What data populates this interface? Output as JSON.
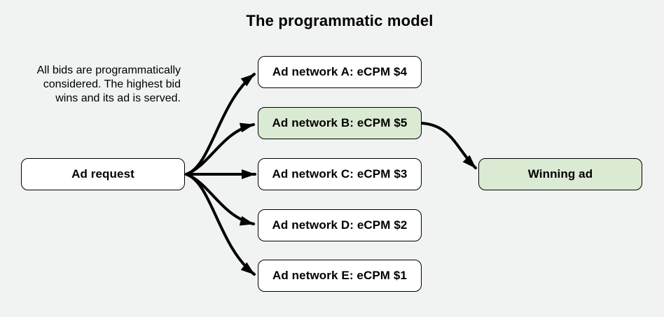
{
  "title": "The programmatic model",
  "description": {
    "lines": [
      "All bids are programmatically",
      "considered. The highest bid",
      "wins and its ad is served."
    ]
  },
  "nodes": {
    "ad_request": {
      "label": "Ad request"
    },
    "networks": [
      {
        "label": "Ad network A: eCPM $4",
        "ecpm": 4,
        "highlight": false
      },
      {
        "label": "Ad network B: eCPM $5",
        "ecpm": 5,
        "highlight": true
      },
      {
        "label": "Ad network C: eCPM $3",
        "ecpm": 3,
        "highlight": false
      },
      {
        "label": "Ad network D: eCPM $2",
        "ecpm": 2,
        "highlight": false
      },
      {
        "label": "Ad network E: eCPM $1",
        "ecpm": 1,
        "highlight": false
      }
    ],
    "winning_ad": {
      "label": "Winning ad",
      "highlight": true
    }
  },
  "colors": {
    "background": "#f1f2f2",
    "box_fill": "#ffffff",
    "highlight_fill": "#dbead3",
    "border": "#000000",
    "arrow": "#000000",
    "text": "#000000"
  }
}
